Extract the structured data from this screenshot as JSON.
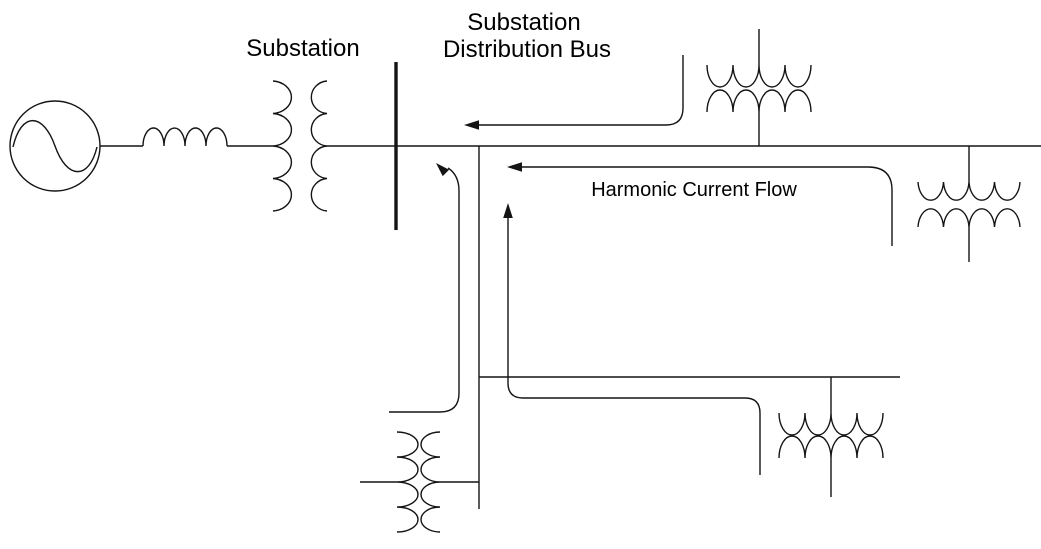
{
  "diagram": {
    "type": "power-system-one-line-diagram",
    "colors": {
      "background": "#ffffff",
      "line": "#141414",
      "text": "#000000"
    },
    "labels": {
      "substation_transformer": "Substation",
      "distribution_bus_line1": "Substation",
      "distribution_bus_line2": "Distribution Bus",
      "harmonic_flow": "Harmonic Current Flow"
    },
    "components": [
      {
        "id": "ac-source",
        "symbol": "circle-with-sine-wave"
      },
      {
        "id": "source-inductance",
        "symbol": "inductor-coil",
        "humps": 4
      },
      {
        "id": "substation-transformer",
        "symbol": "two-winding-transformer",
        "orientation": "vertical-windings",
        "label": "Substation"
      },
      {
        "id": "substation-distribution-bus",
        "symbol": "thick-vertical-bar",
        "label": "Substation Distribution Bus"
      },
      {
        "id": "load-transformer-top-right",
        "symbol": "two-winding-transformer",
        "orientation": "horizontal-windings"
      },
      {
        "id": "load-transformer-far-right",
        "symbol": "two-winding-transformer",
        "orientation": "horizontal-windings"
      },
      {
        "id": "load-transformer-bottom-right",
        "symbol": "two-winding-transformer",
        "orientation": "horizontal-windings"
      },
      {
        "id": "load-transformer-bottom-left",
        "symbol": "two-winding-transformer",
        "orientation": "vertical-windings"
      }
    ],
    "arrows": [
      {
        "id": "harmonic-arrow-upper",
        "direction": "left"
      },
      {
        "id": "harmonic-arrow-middle",
        "direction": "left"
      },
      {
        "id": "harmonic-arrow-feeder-up",
        "direction": "up"
      },
      {
        "id": "harmonic-arrow-to-bus",
        "direction": "up-left"
      }
    ]
  }
}
